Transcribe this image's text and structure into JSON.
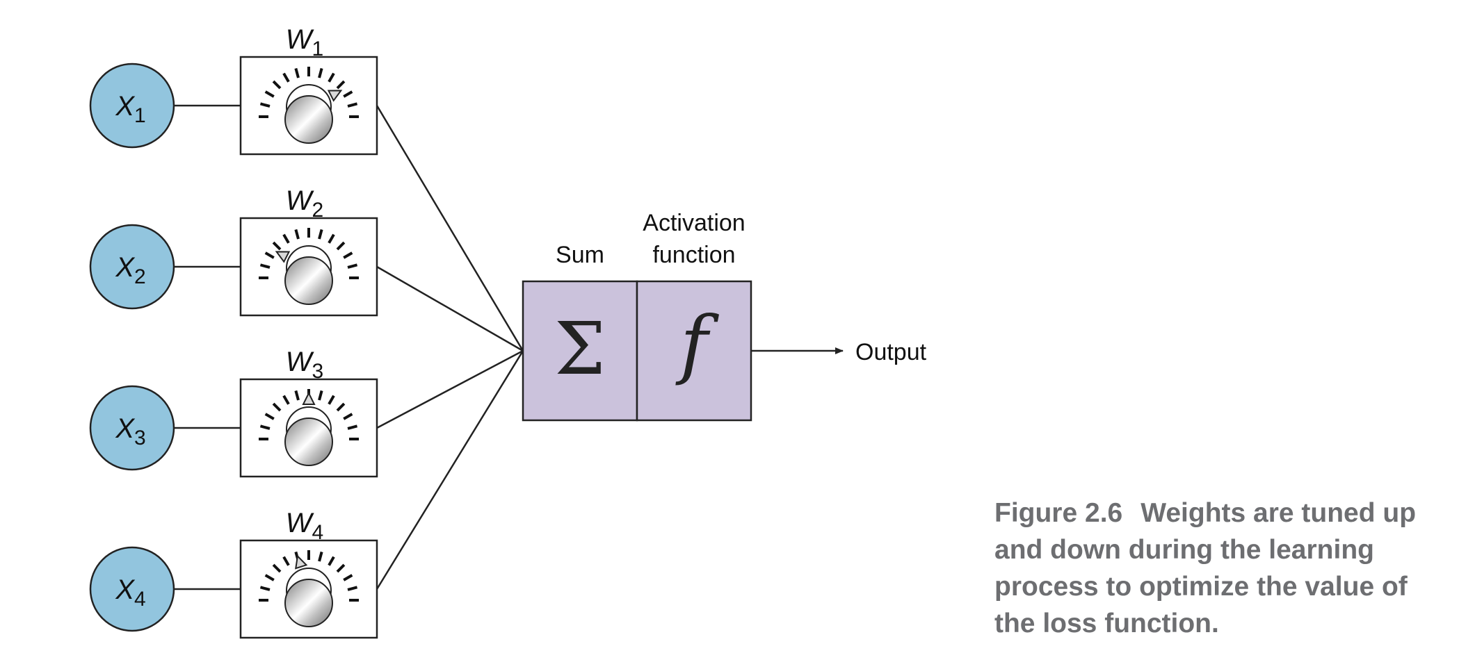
{
  "inputs": [
    {
      "var": "X",
      "sub": "1"
    },
    {
      "var": "X",
      "sub": "2"
    },
    {
      "var": "X",
      "sub": "3"
    },
    {
      "var": "X",
      "sub": "4"
    }
  ],
  "weights": [
    {
      "var": "W",
      "sub": "1",
      "dial_level": 0.85
    },
    {
      "var": "W",
      "sub": "2",
      "dial_level": 0.15
    },
    {
      "var": "W",
      "sub": "3",
      "dial_level": 0.5
    },
    {
      "var": "W",
      "sub": "4",
      "dial_level": 0.4
    }
  ],
  "sum": {
    "label": "Sum",
    "symbol": "Σ"
  },
  "activation": {
    "label_line1": "Activation",
    "label_line2": "function",
    "symbol": "f"
  },
  "output": {
    "label": "Output"
  },
  "caption": {
    "figure_number": "Figure 2.6",
    "text": "Weights are tuned up and down during the learning process to optimize the value of the loss function."
  },
  "colors": {
    "input_node_fill": "#92c5de",
    "function_box_fill": "#cbc2dc",
    "caption_text": "#6d6e71",
    "line": "#222222"
  }
}
